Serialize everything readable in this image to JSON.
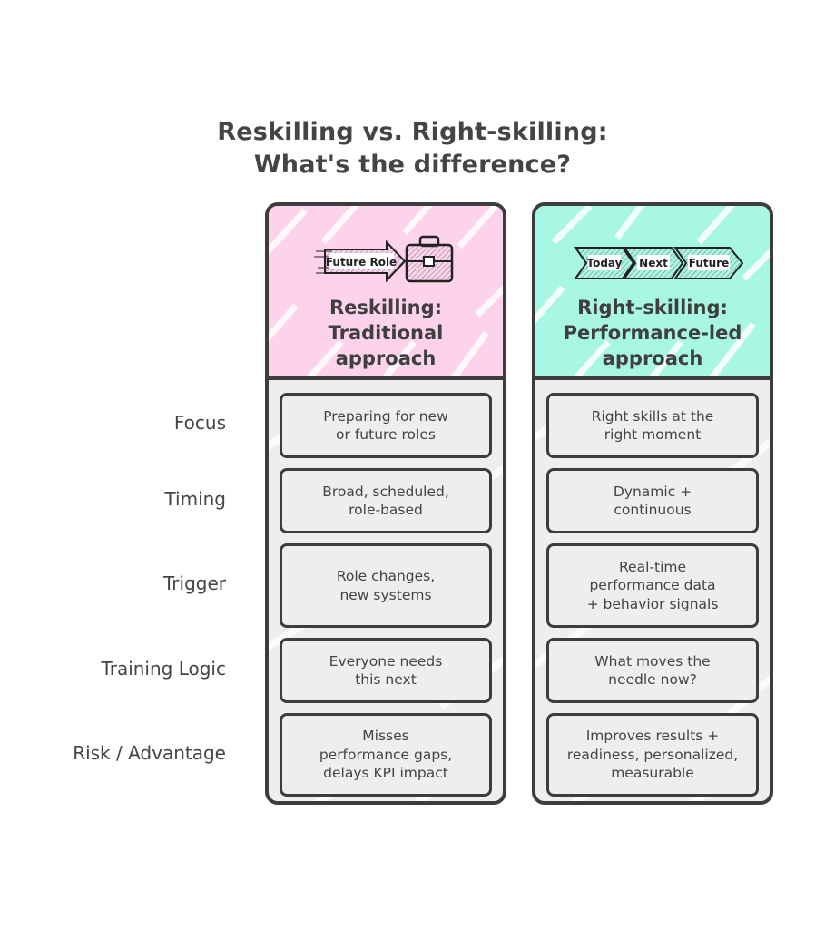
{
  "title": {
    "line1": "Reskilling vs. Right-skilling:",
    "line2": "What's the difference?"
  },
  "colors": {
    "left_header": "#fcd3eb",
    "right_header": "#a8f7e2",
    "cell_fill": "#eeeeee",
    "outline": "#3d3d3d",
    "text": "#444444"
  },
  "row_labels": [
    "Focus",
    "Timing",
    "Trigger",
    "Training Logic",
    "Risk / Advantage"
  ],
  "left": {
    "icon": "future-role-arrow-briefcase-icon",
    "icon_text": "Future Role",
    "title_lines": [
      "Reskilling:",
      "Traditional",
      "approach"
    ],
    "cells": [
      [
        "Preparing for new",
        "or future roles"
      ],
      [
        "Broad, scheduled,",
        "role-based"
      ],
      [
        "Role changes,",
        "new systems"
      ],
      [
        "Everyone needs",
        "this next"
      ],
      [
        "Misses",
        "performance gaps,",
        "delays KPI impact"
      ]
    ]
  },
  "right": {
    "icon": "today-next-future-chevrons-icon",
    "icon_steps": [
      "Today",
      "Next",
      "Future"
    ],
    "title_lines": [
      "Right-skilling:",
      "Performance-led",
      "approach"
    ],
    "cells": [
      [
        "Right skills at the",
        "right moment"
      ],
      [
        "Dynamic +",
        "continuous"
      ],
      [
        "Real-time",
        "performance data",
        "+ behavior signals"
      ],
      [
        "What moves the",
        "needle now?"
      ],
      [
        "Improves results +",
        "readiness, personalized,",
        "measurable"
      ]
    ]
  }
}
